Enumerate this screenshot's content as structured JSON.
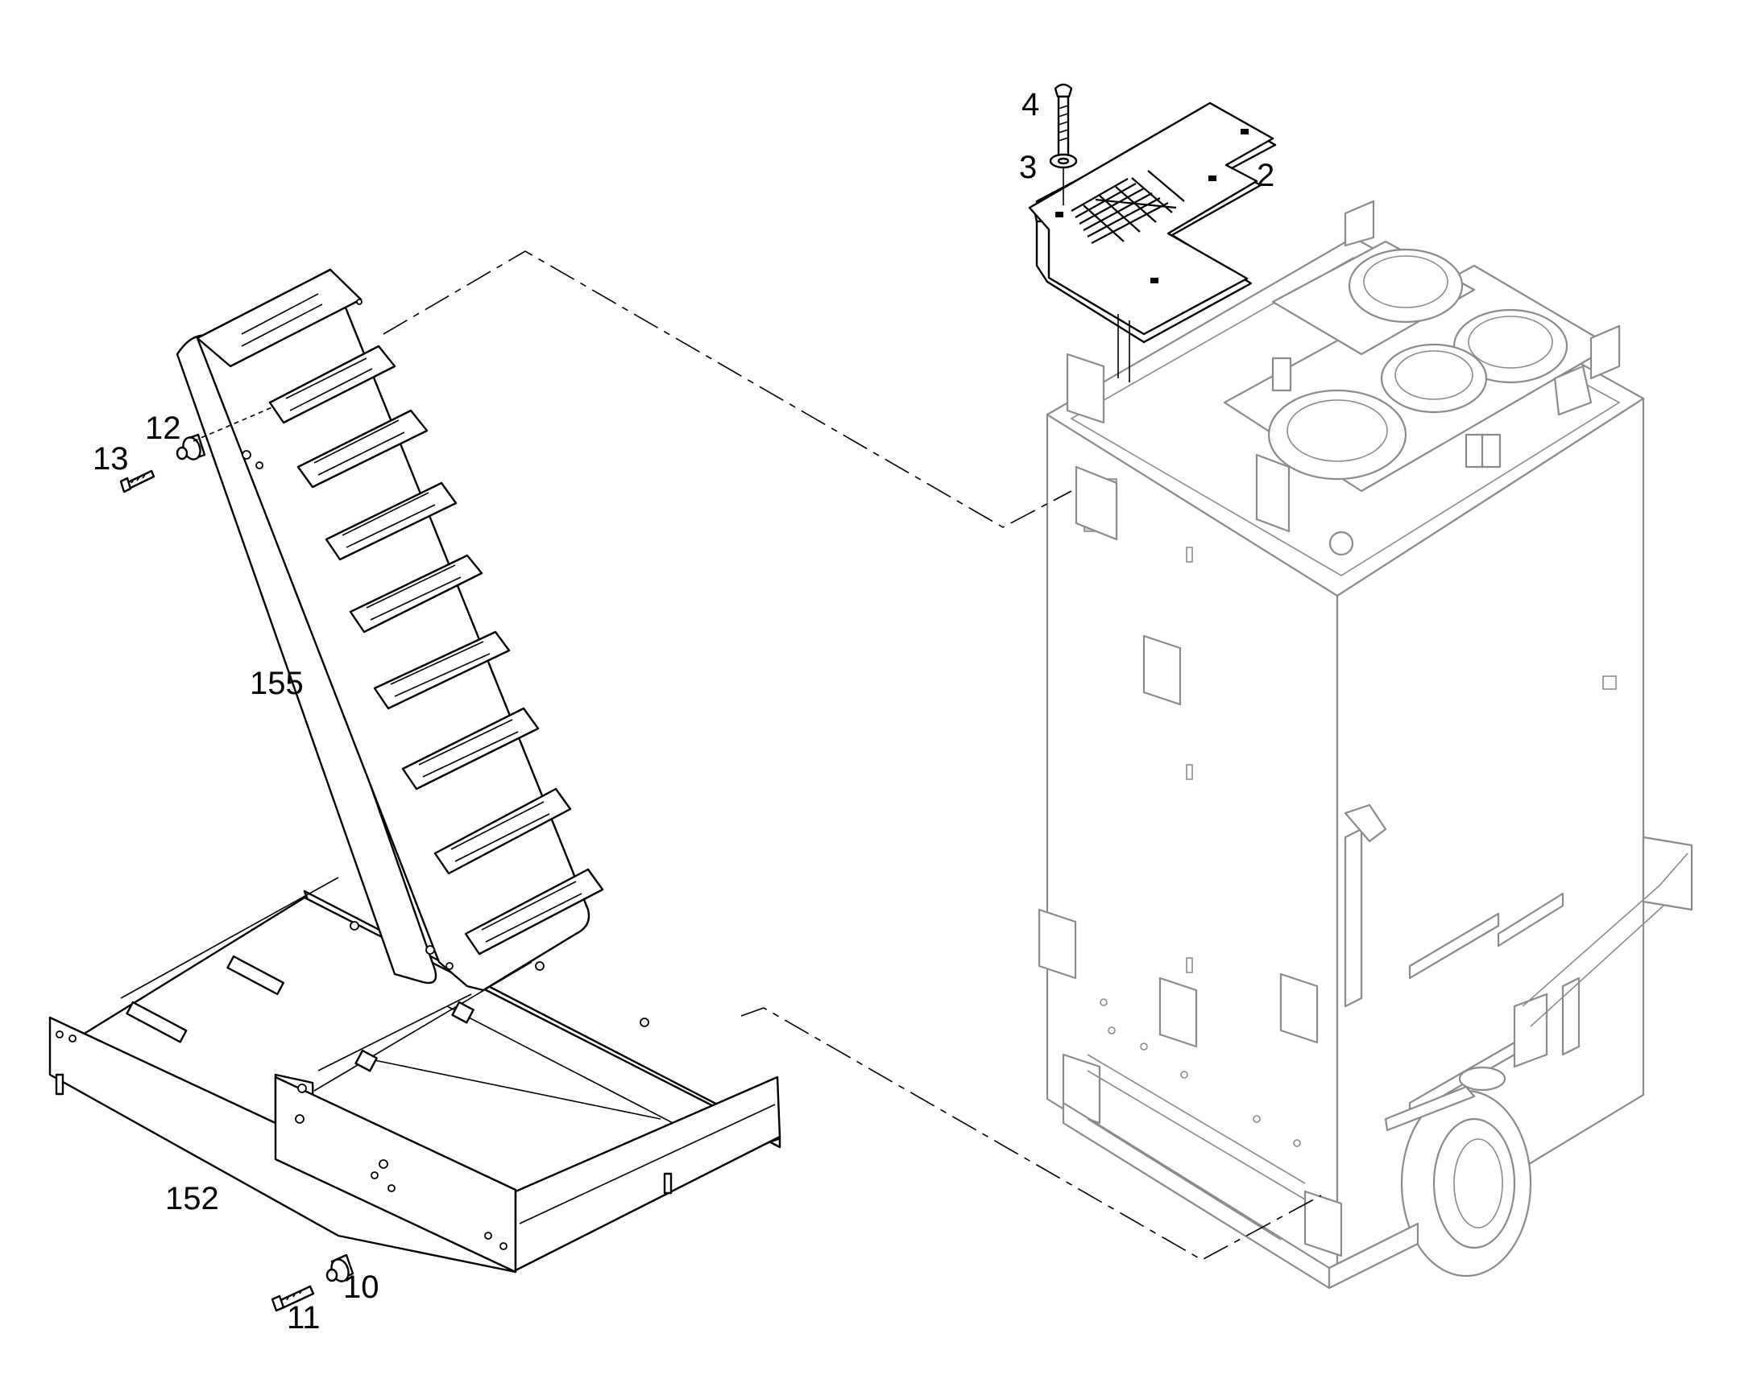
{
  "callouts": {
    "c2": "2",
    "c3": "3",
    "c4": "4",
    "c10": "10",
    "c11": "11",
    "c12": "12",
    "c13": "13",
    "c152": "152",
    "c155": "155"
  }
}
